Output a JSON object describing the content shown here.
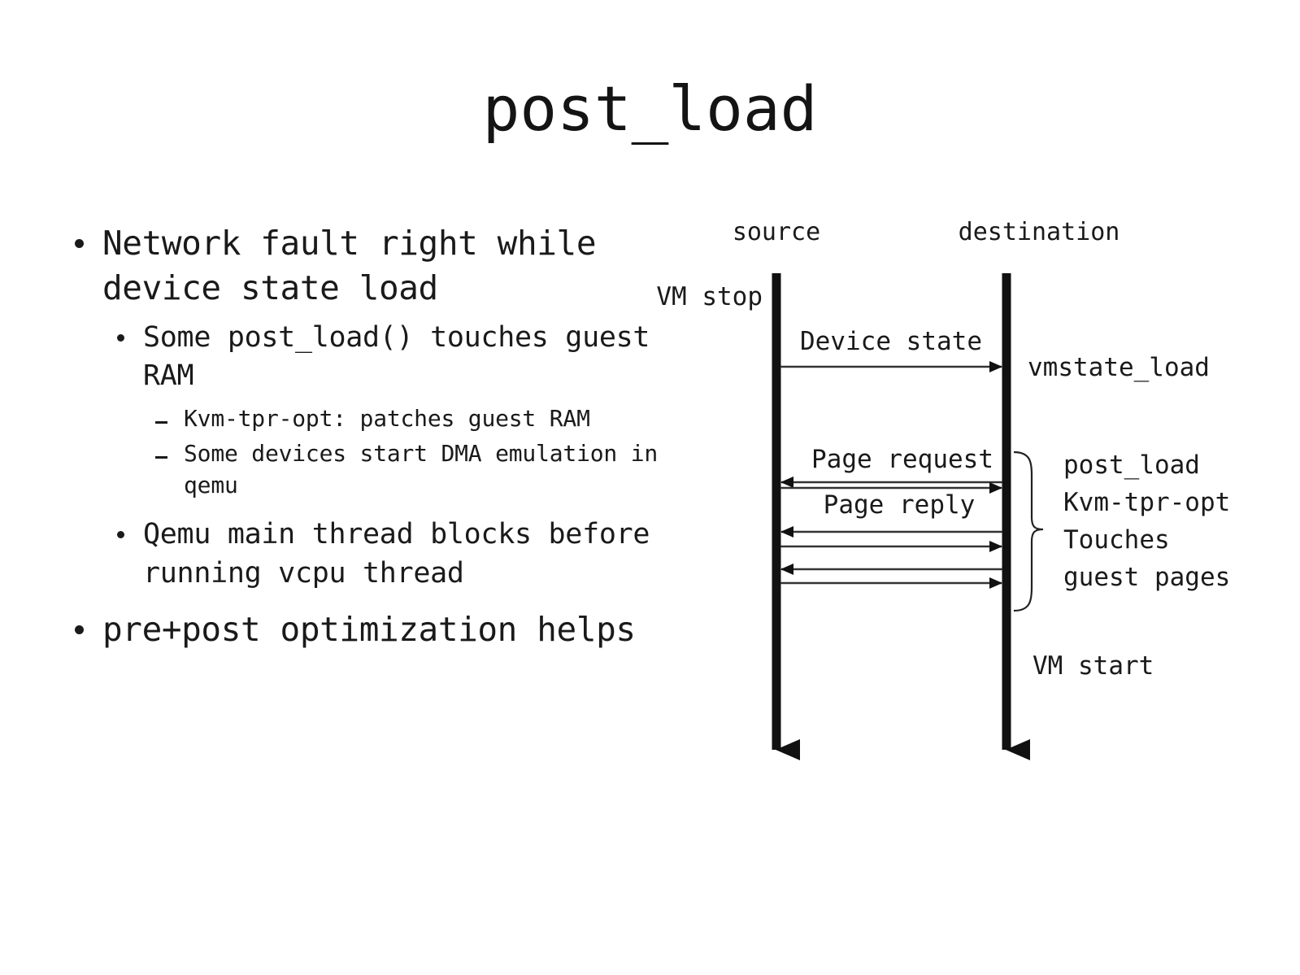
{
  "slide": {
    "title": "post_load"
  },
  "bullets": [
    {
      "level": 1,
      "text": "Network fault right while device state load"
    },
    {
      "level": 2,
      "text": "Some post_load() touches guest RAM"
    },
    {
      "level": 3,
      "text": "Kvm-tpr-opt: patches guest RAM"
    },
    {
      "level": 3,
      "text": "Some devices start DMA emulation in qemu"
    },
    {
      "level": 2,
      "text": "Qemu main thread blocks before running vcpu thread"
    },
    {
      "level": 1,
      "text": "pre+post optimization helps"
    }
  ],
  "diagram": {
    "type": "sequence",
    "lifelines": [
      {
        "id": "source",
        "label": "source"
      },
      {
        "id": "destination",
        "label": "destination"
      }
    ],
    "left_labels": [
      {
        "text": "VM stop"
      }
    ],
    "right_labels": [
      {
        "text": "vmstate_load"
      },
      {
        "text": "VM start"
      }
    ],
    "messages": [
      {
        "label": "Device state",
        "from": "source",
        "to": "destination",
        "direction": "right"
      },
      {
        "label": "Page request",
        "from": "destination",
        "to": "source",
        "direction": "left"
      },
      {
        "label": "",
        "from": "source",
        "to": "destination",
        "direction": "right"
      },
      {
        "label": "Page reply",
        "from": "destination",
        "to": "source",
        "direction": "left"
      },
      {
        "label": "",
        "from": "source",
        "to": "destination",
        "direction": "right"
      },
      {
        "label": "",
        "from": "destination",
        "to": "source",
        "direction": "left"
      },
      {
        "label": "",
        "from": "source",
        "to": "destination",
        "direction": "right"
      }
    ],
    "brace_note": [
      "post_load",
      "Kvm-tpr-opt",
      "Touches",
      "guest pages"
    ]
  },
  "colors": {
    "ink": "#1a1a1a",
    "background": "#ffffff",
    "line": "#333333"
  }
}
